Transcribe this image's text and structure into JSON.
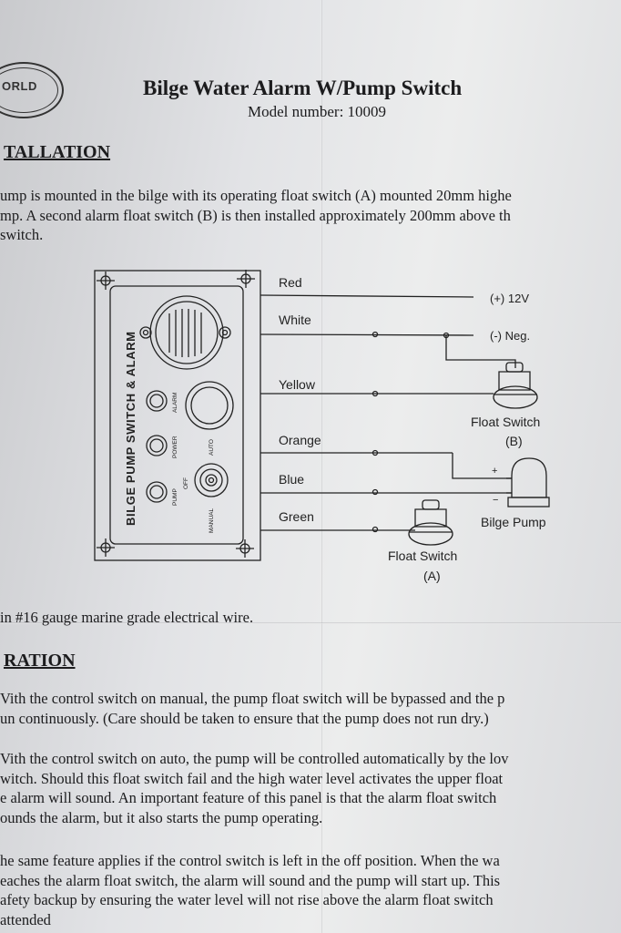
{
  "header": {
    "logo_text": "ORLD",
    "title": "Bilge Water Alarm W/Pump Switch",
    "model": "Model number: 10009"
  },
  "installation": {
    "heading": "TALLATION",
    "lines": [
      "ump is mounted in the bilge with its operating float switch (A) mounted 20mm highe",
      "mp. A second alarm float switch (B) is then installed approximately 200mm above th",
      "switch."
    ]
  },
  "diagram": {
    "panel_label": "BILGE PUMP SWITCH & ALARM",
    "indicators": [
      "ALARM",
      "POWER",
      "PUMP"
    ],
    "switch_labels": [
      "OFF",
      "AUTO",
      "MANUAL"
    ],
    "wires": [
      "Red",
      "White",
      "Yellow",
      "Orange",
      "Blue",
      "Green"
    ],
    "terminals": [
      "(+) 12V",
      "(-) Neg."
    ],
    "float_b": [
      "Float Switch",
      "(B)"
    ],
    "float_a": [
      "Float Switch",
      "(A)"
    ],
    "pump_label": "Bilge Pump",
    "plus": "+",
    "minus": "−"
  },
  "wire_note": "in #16 gauge marine grade electrical wire.",
  "operation": {
    "heading": "RATION",
    "p1": [
      "Vith the control switch on manual, the pump float switch will be bypassed and the p",
      "un continuously. (Care should be taken to ensure that the pump does not run dry.)"
    ],
    "p2": [
      "Vith the control switch on auto, the pump will be controlled automatically by the lov",
      "witch. Should this float switch fail and the high water level activates the upper float",
      "e alarm will sound. An important feature of this panel is that the alarm float switch",
      "ounds the alarm, but it also starts the pump operating."
    ],
    "p3": [
      "he same feature applies if the control switch is left in the off position. When the wa",
      "eaches the alarm float switch, the alarm will sound and the pump will start up. This",
      "afety backup by ensuring the water level will not rise above the alarm float switch",
      "attended"
    ]
  }
}
